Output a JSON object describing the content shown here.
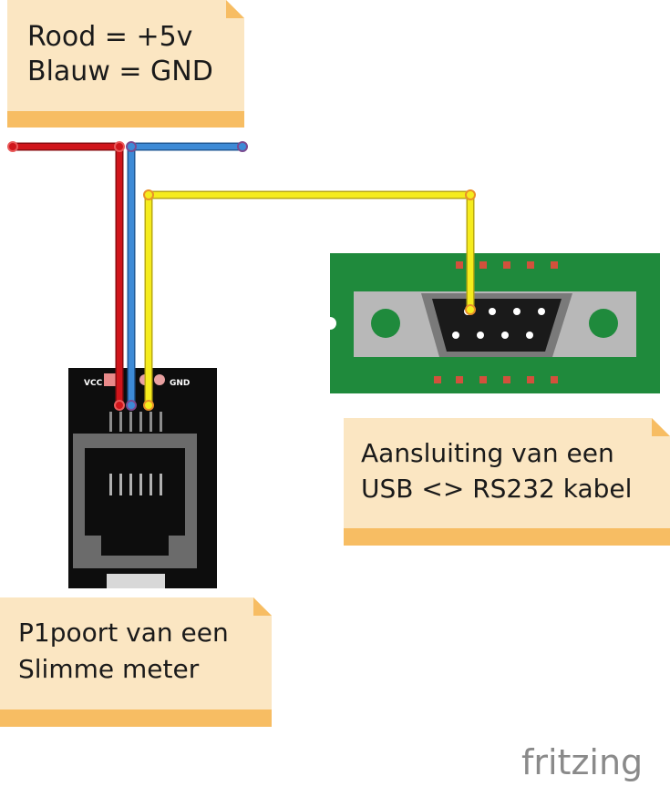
{
  "notes": {
    "legend": {
      "line1": "Rood = +5v",
      "line2": "Blauw = GND"
    },
    "usb": {
      "line1": "Aansluiting van een",
      "line2": "USB <> RS232 kabel"
    },
    "p1": {
      "line1": "P1poort van een",
      "line2": "Slimme meter"
    }
  },
  "rj_module": {
    "vcc_label": "VCC",
    "gnd_label": "GND"
  },
  "logo": "fritzing",
  "colors": {
    "wire_red": "#d0151b",
    "wire_blue": "#3d8ad6",
    "wire_yellow": "#f5ec1d",
    "note_bg": "#fbe6c2",
    "note_band": "#f7bd63",
    "pcb_green": "#1f8a3c"
  }
}
